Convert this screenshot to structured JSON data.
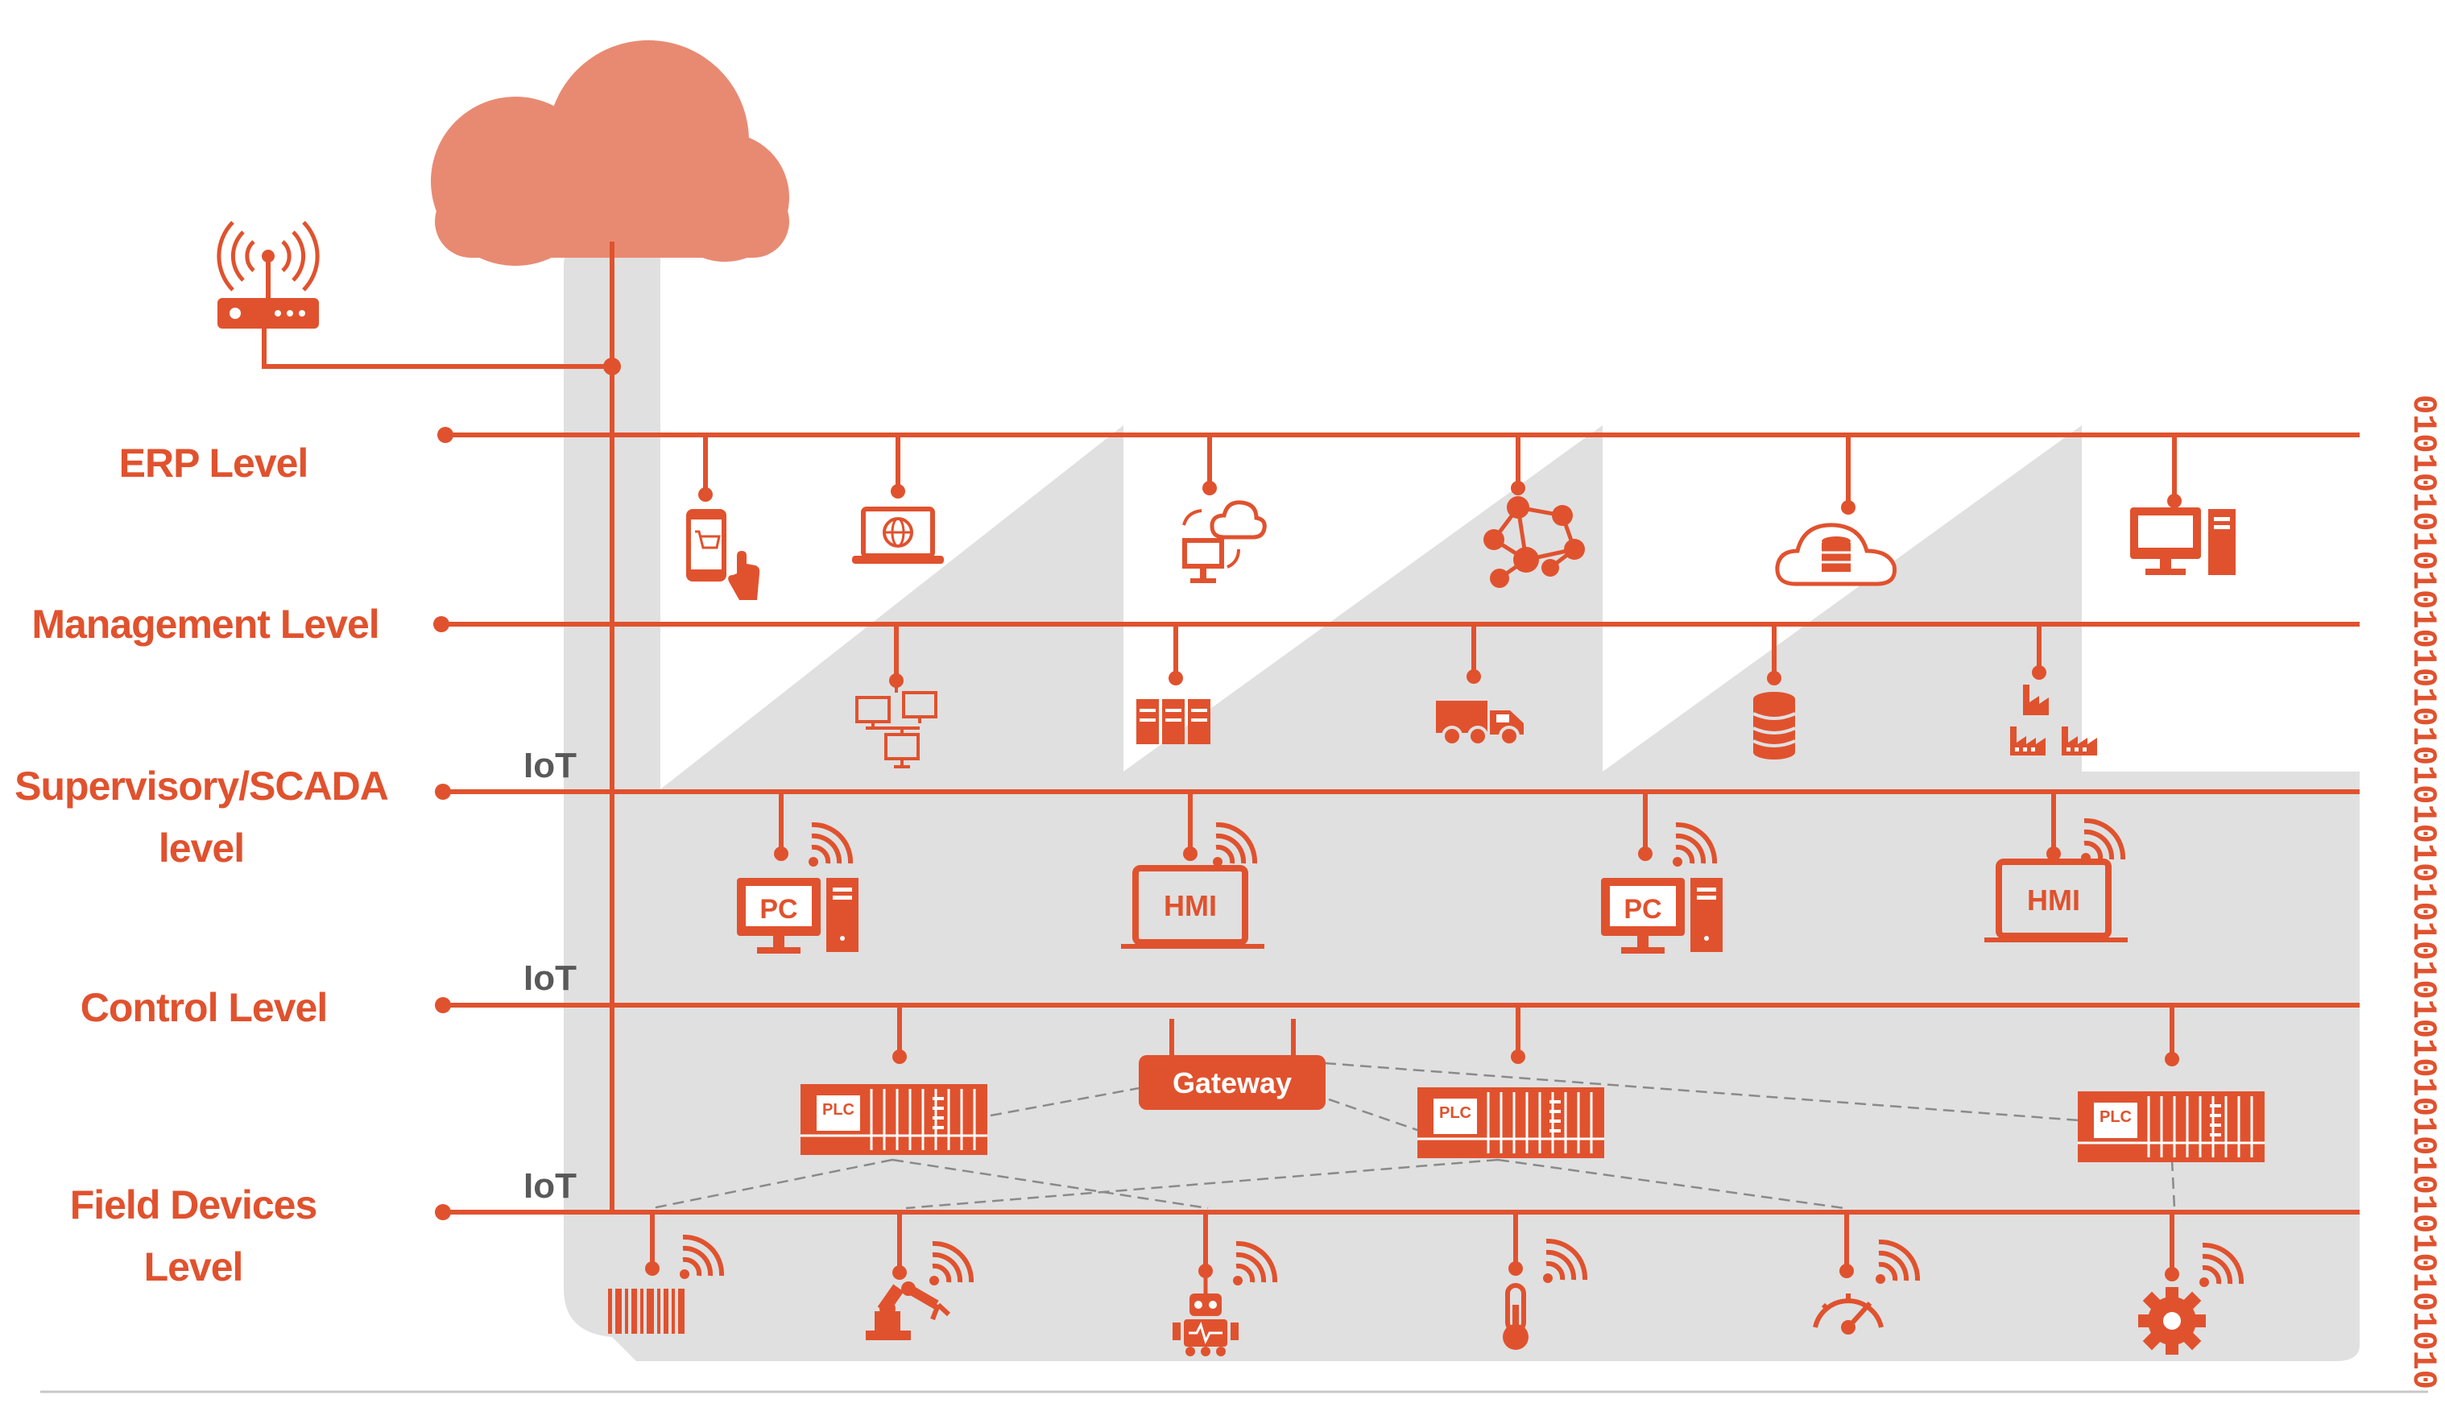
{
  "levels": {
    "erp": "ERP Level",
    "management": "Management Level",
    "supervisory_line1": "Supervisory/SCADA",
    "supervisory_line2": "level",
    "control": "Control Level",
    "field_line1": "Field Devices",
    "field_line2": "Level"
  },
  "iot_labels": [
    "IoT",
    "IoT",
    "IoT"
  ],
  "device_labels": {
    "pc": "PC",
    "hmi": "HMI",
    "plc": "PLC",
    "gateway": "Gateway"
  },
  "binary_stream": "010101010101010101010101010101010101010101010101010",
  "colors": {
    "accent": "#e0522e",
    "cloud": "#e88a72",
    "factory_gray": "#e0e0e0",
    "iot_text": "#595959"
  },
  "icons": {
    "erp": [
      "mobile-shop-icon",
      "laptop-globe-icon",
      "cloud-sync-computer-icon",
      "network-users-icon",
      "cloud-database-icon",
      "desktop-computer-icon"
    ],
    "management": [
      "networked-computers-icon",
      "server-rack-icon",
      "delivery-truck-icon",
      "database-icon",
      "factories-icon"
    ],
    "field": [
      "barcode-icon",
      "robotic-arm-icon",
      "robot-icon",
      "thermometer-icon",
      "speedometer-icon",
      "gear-icon"
    ]
  }
}
